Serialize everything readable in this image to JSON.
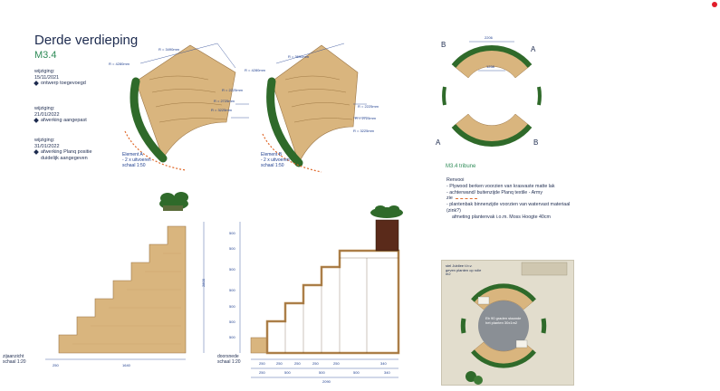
{
  "page": {
    "title": "Derde verdieping",
    "code": "M3.4"
  },
  "revisions": [
    {
      "label": "wijziging:",
      "date": "15/11/2021",
      "note": "ontwerp toegevoegd"
    },
    {
      "label": "wijziging:",
      "date": "21/01/2022",
      "note": "afwerking aangepast"
    },
    {
      "label": "wijziging:",
      "date": "31/01/2022",
      "note": "afwerking Planq positie duidelijk aangegeven"
    }
  ],
  "elements": {
    "a": {
      "name": "Element A",
      "qty": "- 2 x uitvoeren",
      "scale": "schaal 1:50"
    },
    "b": {
      "name": "Element B",
      "qty": "- 2 x uitvoeren",
      "scale": "schaal 1:50"
    },
    "radii": [
      "R = 4280mm",
      "R = 3990mm",
      "R = 3690mm",
      "R = 3490mm",
      "R = 3225mm",
      "R = 2725mm",
      "R = 2225mm"
    ],
    "dims": [
      "3950",
      "4200",
      "4460"
    ]
  },
  "tribune": {
    "caption": "M3.4 tribune",
    "labels": [
      "A",
      "B",
      "A",
      "B"
    ],
    "dims": [
      "2206",
      "1258"
    ]
  },
  "notes": {
    "heading": "Renvooi",
    "items": [
      "- Plywood berken voorzien van krasvaste matte lak",
      "- achterwand/ buitenzijde Planq textile - Army",
      "zie",
      "- plantenbak binnenzijde voorzien van watervast materiaal (zink?)",
      "afmeting plantenvak i.o.m. Moss Hoogte 40cm"
    ]
  },
  "side_view": {
    "label": "zijaanzicht",
    "scale": "schaal 1:20",
    "dims": [
      "250",
      "1640",
      "2800"
    ]
  },
  "section": {
    "label": "doorsnede",
    "scale": "schaal 1:20",
    "row1": [
      "250",
      "250",
      "250",
      "250",
      "250",
      "340"
    ],
    "row2": [
      "250",
      "500",
      "500",
      "500",
      "340"
    ],
    "total": "2090",
    "heights": [
      "500",
      "500",
      "500",
      "500",
      "500",
      "500",
      "500",
      "500"
    ]
  },
  "floorplan": {
    "note1": "stel Jubilee t.b.v. geven planten op rolie m2",
    "note2": "Eb 90 graden staande het planten 30x1m2"
  },
  "colors": {
    "wood": "#d9b57e",
    "wood_dark": "#b9894f",
    "green": "#2f6a2a",
    "accent": "#e06a2c",
    "navy": "#1d2b4f"
  }
}
